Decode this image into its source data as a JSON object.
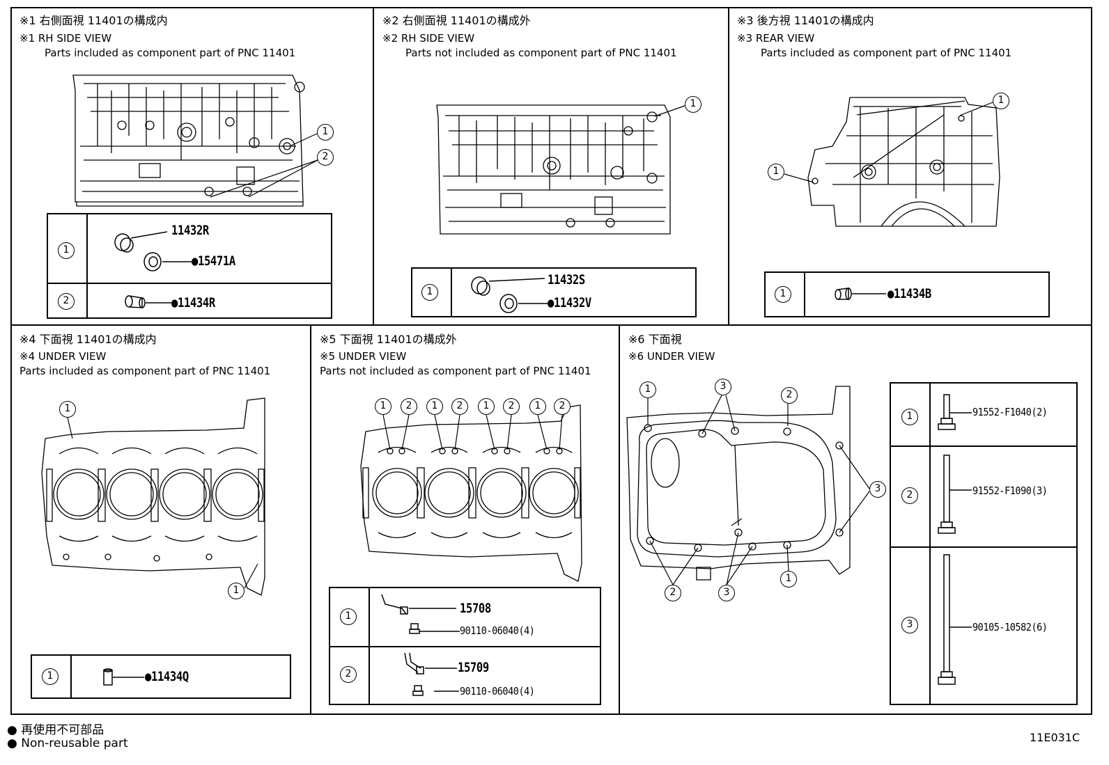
{
  "panels": [
    {
      "jp": "※1 右側面視 11401の構成内",
      "view": "※1 RH SIDE VIEW",
      "desc": "Parts included as component part of PNC 11401",
      "rows": [
        {
          "num": "1",
          "parts": [
            "11432R",
            "●15471A"
          ]
        },
        {
          "num": "2",
          "parts": [
            "●11434R"
          ]
        }
      ]
    },
    {
      "jp": "※2 右側面視 11401の構成外",
      "view": "※2 RH SIDE VIEW",
      "desc": "Parts not included as component part of PNC 11401",
      "rows": [
        {
          "num": "1",
          "parts": [
            "11432S",
            "●11432V"
          ]
        }
      ]
    },
    {
      "jp": "※3 後方視 11401の構成内",
      "view": "※3 REAR VIEW",
      "desc": "Parts included as component part of PNC 11401",
      "rows": [
        {
          "num": "1",
          "parts": [
            "●11434B"
          ]
        }
      ]
    },
    {
      "jp": "※4 下面視 11401の構成内",
      "view": "※4 UNDER VIEW",
      "desc": "Parts included as component part of PNC 11401",
      "rows": [
        {
          "num": "1",
          "parts": [
            "●11434Q"
          ]
        }
      ]
    },
    {
      "jp": "※5 下面視 11401の構成外",
      "view": "※5 UNDER VIEW",
      "desc": "Parts not included as component part of PNC 11401",
      "rows": [
        {
          "num": "1",
          "parts": [
            "15708",
            "90110-06040(4)"
          ]
        },
        {
          "num": "2",
          "parts": [
            "15709",
            "90110-06040(4)"
          ]
        }
      ]
    },
    {
      "jp": "※6 下面視",
      "view": "※6 UNDER VIEW",
      "desc": "",
      "rows": [
        {
          "num": "1",
          "parts": [
            "91552-F1040(2)"
          ]
        },
        {
          "num": "2",
          "parts": [
            "91552-F1090(3)"
          ]
        },
        {
          "num": "3",
          "parts": [
            "90105-10582(6)"
          ]
        }
      ]
    }
  ],
  "callouts": {
    "one": "1",
    "two": "2",
    "three": "3"
  },
  "footer": {
    "jp": "● 再使用不可部品",
    "en": "● Non-reusable part",
    "code": "11E031C"
  }
}
